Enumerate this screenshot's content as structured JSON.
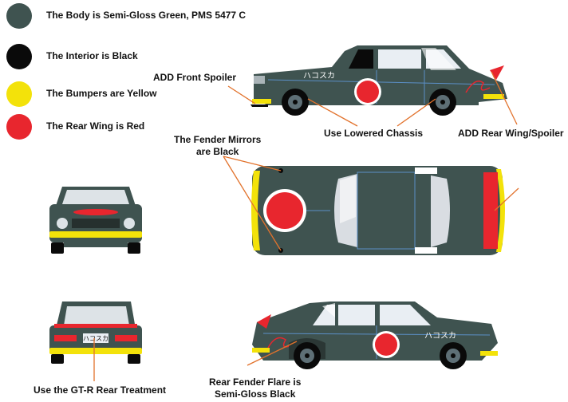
{
  "colors": {
    "body": "#3f5350",
    "interior": "#0a0a0a",
    "bumper": "#f3e20a",
    "wing": "#e8262e",
    "glass": "#e9eef3",
    "leader": "#e2722c",
    "trim": "#5b8fc6"
  },
  "legend": [
    {
      "label": "The Body is Semi-Gloss Green, PMS 5477 C",
      "color": "#3f5350"
    },
    {
      "label": "The Interior is Black",
      "color": "#0a0a0a"
    },
    {
      "label": "The Bumpers are Yellow",
      "color": "#f3e20a"
    },
    {
      "label": "The Rear Wing is Red",
      "color": "#e8262e"
    }
  ],
  "callouts": {
    "front_spoiler": "ADD Front Spoiler",
    "lowered_chassis": "Use Lowered Chassis",
    "rear_wing": "ADD Rear Wing/Spoiler",
    "fender_mirrors_line1": "The Fender Mirrors",
    "fender_mirrors_line2": "are Black",
    "gtr_rear": "Use the GT-R Rear Treatment",
    "rear_flare_line1": "Rear Fender Flare is",
    "rear_flare_line2": "Semi-Gloss Black"
  },
  "livery": {
    "side_text": "ハコスカ",
    "plate_text": "ハコスカ"
  }
}
